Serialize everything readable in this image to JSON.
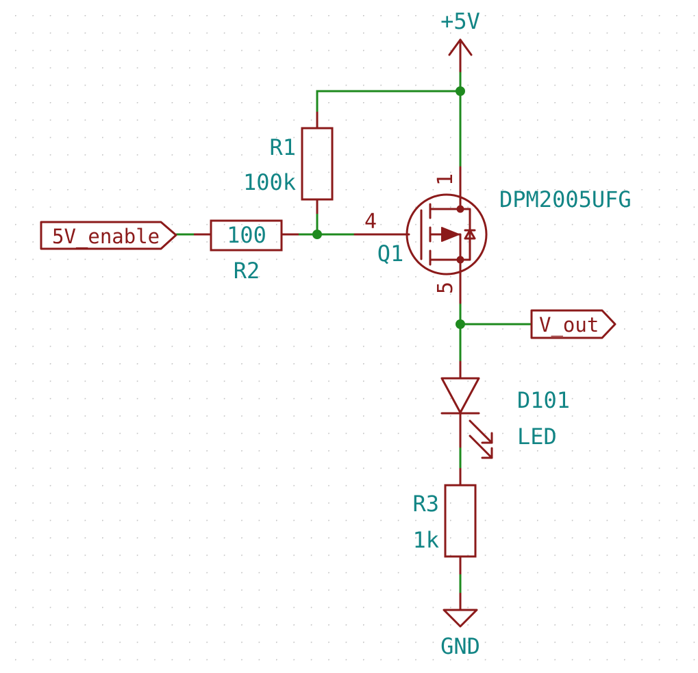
{
  "colors": {
    "wire": "#1e8a1e",
    "component": "#8b1a1a",
    "label_text": "#128585",
    "junction": "#1e8a1e",
    "background": "#ffffff",
    "grid_dot": "#bdbdbd"
  },
  "power": {
    "vcc_label": "+5V",
    "gnd_label": "GND"
  },
  "labels": {
    "input": "5V_enable",
    "output": "V_out"
  },
  "components": {
    "r1": {
      "ref": "R1",
      "value": "100k"
    },
    "r2": {
      "ref": "R2",
      "value": "100"
    },
    "r3": {
      "ref": "R3",
      "value": "1k"
    },
    "q1": {
      "ref": "Q1",
      "value": "DPM2005UFG",
      "pin_gate": "4",
      "pin_source": "1",
      "pin_drain": "5"
    },
    "d101": {
      "ref": "D101",
      "value": "LED"
    }
  }
}
